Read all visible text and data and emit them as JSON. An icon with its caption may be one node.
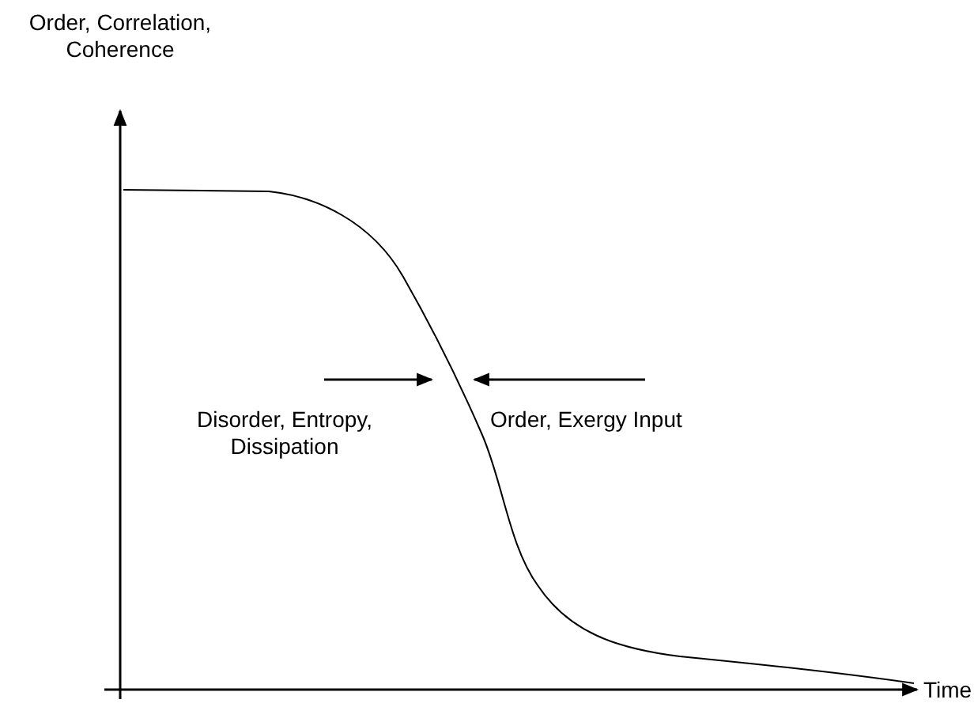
{
  "diagram": {
    "labels": [
      "Order, Correlation, Coherence",
      "Disorder, Entropy, Dissipation",
      "Order, Exergy Input",
      "Time"
    ]
  }
}
